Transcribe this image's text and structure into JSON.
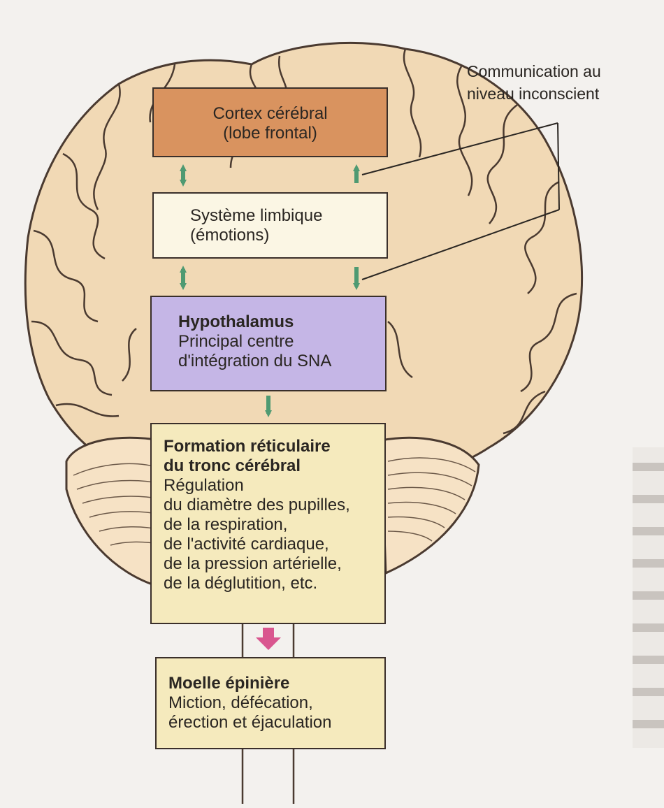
{
  "annotation": {
    "lines": [
      "Communication au",
      "niveau inconscient"
    ]
  },
  "boxes": {
    "cortex": {
      "lines": [
        "Cortex cérébral",
        "(lobe frontal)"
      ]
    },
    "limbic": {
      "lines": [
        "Système limbique",
        "(émotions)"
      ]
    },
    "hypothalamus": {
      "title": "Hypothalamus",
      "lines": [
        "Principal centre",
        "d'intégration du SNA"
      ]
    },
    "reticular": {
      "title_lines": [
        "Formation réticulaire",
        "du tronc cérébral"
      ],
      "lines": [
        "Régulation",
        "du diamètre des pupilles,",
        "de la respiration,",
        "de l'activité cardiaque,",
        "de la pression artérielle,",
        "de la déglutition, etc."
      ]
    },
    "spinal": {
      "title": "Moelle épinière",
      "lines": [
        "Miction, défécation,",
        "érection et éjaculation"
      ]
    }
  },
  "colors": {
    "brain_fill": "#f1d9b5",
    "brain_stroke": "#4a3a30",
    "cortex_fill": "#d9935f",
    "limbic_fill": "#fbf6e4",
    "hypothalamus_fill": "#c5b6e6",
    "reticular_fill": "#f5eabd",
    "spinal_fill": "#f5eabd",
    "arrow_green": "#4f9a72",
    "arrow_pink": "#d9568f"
  }
}
